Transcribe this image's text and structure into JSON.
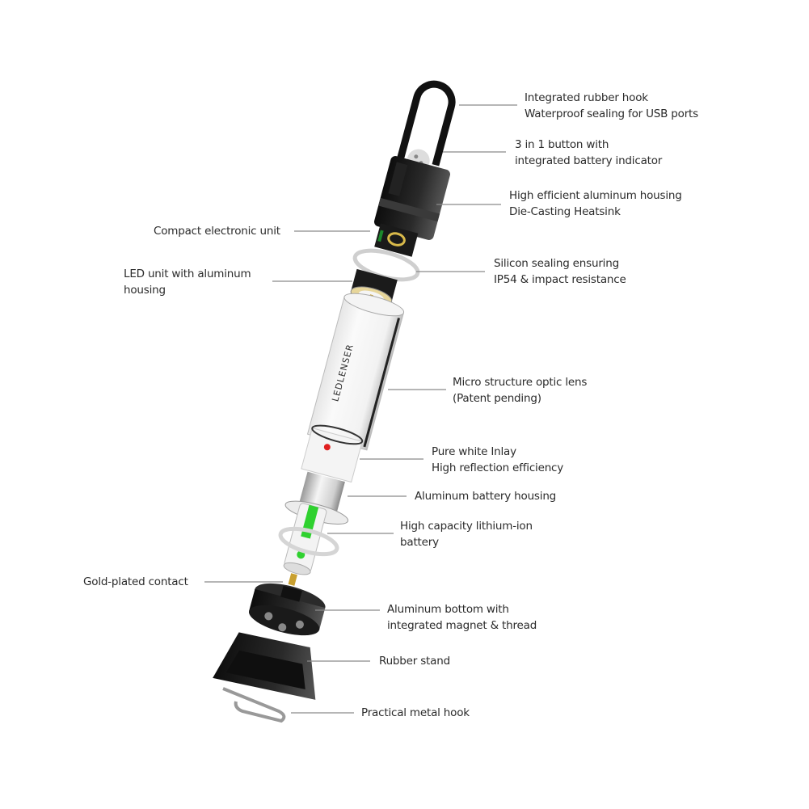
{
  "brand_mark": "LEDLENSER",
  "callouts": {
    "rubber_hook": {
      "line1": "Integrated rubber hook",
      "line2": "Waterproof sealing for USB ports"
    },
    "button": {
      "line1": "3 in 1 button with",
      "line2": "integrated battery indicator"
    },
    "housing": {
      "line1": "High efficient aluminum housing",
      "line2": "Die-Casting Heatsink"
    },
    "electronic_unit": {
      "line1": "Compact electronic unit"
    },
    "led_unit": {
      "line1": "LED unit with aluminum",
      "line2": "housing"
    },
    "silicon_sealing": {
      "line1": "Silicon sealing ensuring",
      "line2": "IP54 & impact resistance"
    },
    "optic_lens": {
      "line1": "Micro structure optic lens",
      "line2": "(Patent pending)"
    },
    "white_inlay": {
      "line1": "Pure white Inlay",
      "line2": "High reflection efficiency"
    },
    "battery_housing": {
      "line1": "Aluminum battery housing"
    },
    "battery": {
      "line1": "High capacity lithium-ion",
      "line2": "battery"
    },
    "gold_contact": {
      "line1": "Gold-plated contact"
    },
    "aluminum_bottom": {
      "line1": "Aluminum bottom with",
      "line2": "integrated magnet & thread"
    },
    "rubber_stand": {
      "line1": "Rubber stand"
    },
    "metal_hook": {
      "line1": "Practical metal hook"
    }
  },
  "colors": {
    "battery_green": "#2fd12f",
    "rubber_black": "#1c1c1c",
    "indicator_red": "#e02020"
  }
}
